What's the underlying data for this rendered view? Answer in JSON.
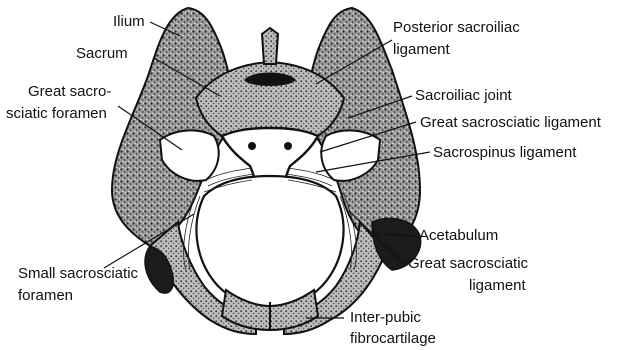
{
  "labels": {
    "ilium": "Ilium",
    "sacrum": "Sacrum",
    "great_sacrosciatic_foramen_1": "Great sacro-",
    "great_sacrosciatic_foramen_2": "sciatic foramen",
    "posterior_sacroiliac_1": "Posterior sacroiliac",
    "posterior_sacroiliac_2": "ligament",
    "sacroiliac_joint": "Sacroiliac joint",
    "great_sacrosciatic_ligament_upper": "Great sacrosciatic ligament",
    "sacrospinus_ligament": "Sacrospinus ligament",
    "acetabulum": "Acetabulum",
    "great_sacrosciatic_ligament_lower_1": "Great sacrosciatic",
    "great_sacrosciatic_ligament_lower_2": "ligament",
    "small_sacrosciatic_foramen_1": "Small sacrosciatic",
    "small_sacrosciatic_foramen_2": "foramen",
    "inter_pubic_1": "Inter-pubic",
    "inter_pubic_2": "fibrocartilage"
  },
  "colors": {
    "ink": "#111111",
    "bone_stipple": "#6b6b6b",
    "background": "#ffffff"
  }
}
